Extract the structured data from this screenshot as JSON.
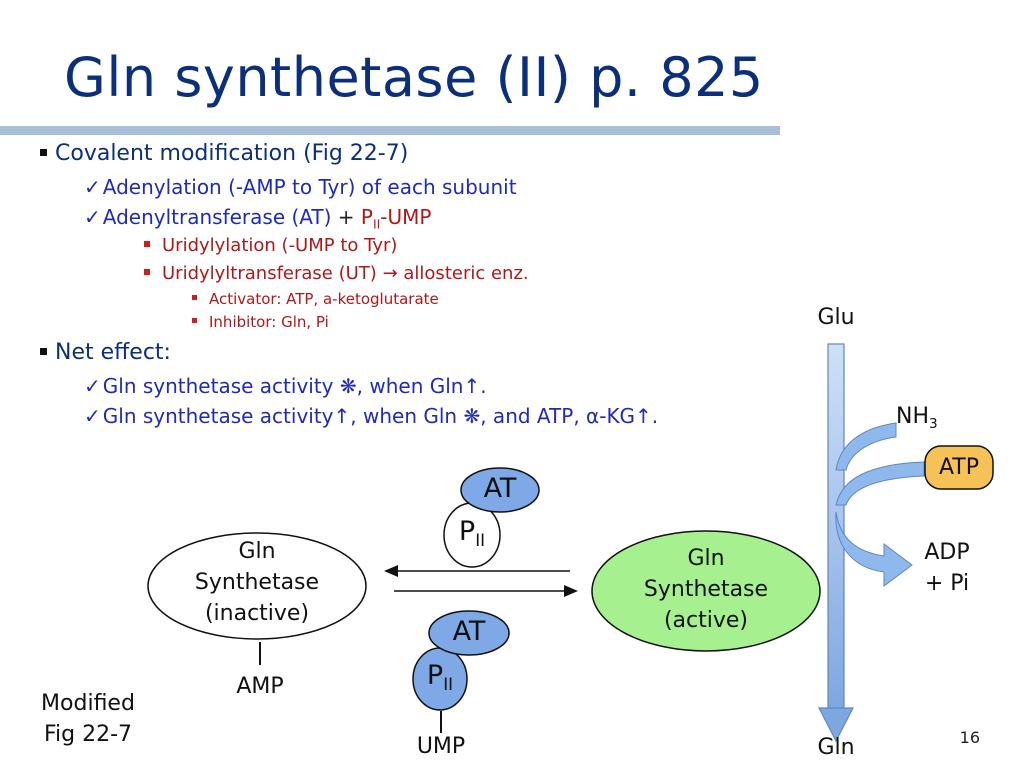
{
  "slide": {
    "title": "Gln synthetase (II) p. 825",
    "page_number": "16"
  },
  "bullets": {
    "b1": "Covalent modification (Fig 22-7)",
    "b1_1": "Adenylation (-AMP to Tyr) of each subunit",
    "b1_2_a": "Adenyltransferase (AT)",
    "b1_2_plus": "+",
    "b1_2_p": "P",
    "b1_2_sub": "II",
    "b1_2_tail": "-UMP",
    "b1_2_1": "Uridylylation (-UMP to Tyr)",
    "b1_2_2_a": "Uridylyltransferase (UT)",
    "b1_2_2_arrow": "→",
    "b1_2_2_b": "allosteric enz.",
    "b1_2_2_1": "Activator: ATP, a-ketoglutarate",
    "b1_2_2_2": "Inhibitor: Gln, Pi",
    "b2": "Net effect:",
    "b2_1_a": "Gln synthetase activity",
    "b2_1_sym": "❋",
    "b2_1_b": ", when Gln↑.",
    "b2_2_a": "Gln synthetase activity↑, when Gln",
    "b2_2_sym": "❋",
    "b2_2_b": ", and ATP, α-KG↑."
  },
  "diagram": {
    "inactive_line1": "Gln",
    "inactive_line2": "Synthetase",
    "inactive_line3": "(inactive)",
    "active_line1": "Gln",
    "active_line2": "Synthetase",
    "active_line3": "(active)",
    "amp": "AMP",
    "ump": "UMP",
    "at_top": "AT",
    "p_top": "P",
    "p_top_sub": "II",
    "at_bottom": "AT",
    "p_bottom": "P",
    "p_bottom_sub": "II",
    "glu": "Glu",
    "gln": "Gln",
    "nh3": "NH",
    "nh3_sub": "3",
    "atp": "ATP",
    "adp_line1": "ADP",
    "adp_line2": "+ Pi",
    "caption_line1": "Modified",
    "caption_line2": "Fig 22-7"
  },
  "colors": {
    "title": "#0b2f7a",
    "bullet_level2": "#1f2bb8",
    "bullet_level3": "#b01818",
    "rule": "#a9bfd9",
    "active_fill": "#a6f08f",
    "at_fill": "#7fa8e6",
    "atp_fill": "#f6c257",
    "arrow_fill": "#8fb8ec"
  }
}
